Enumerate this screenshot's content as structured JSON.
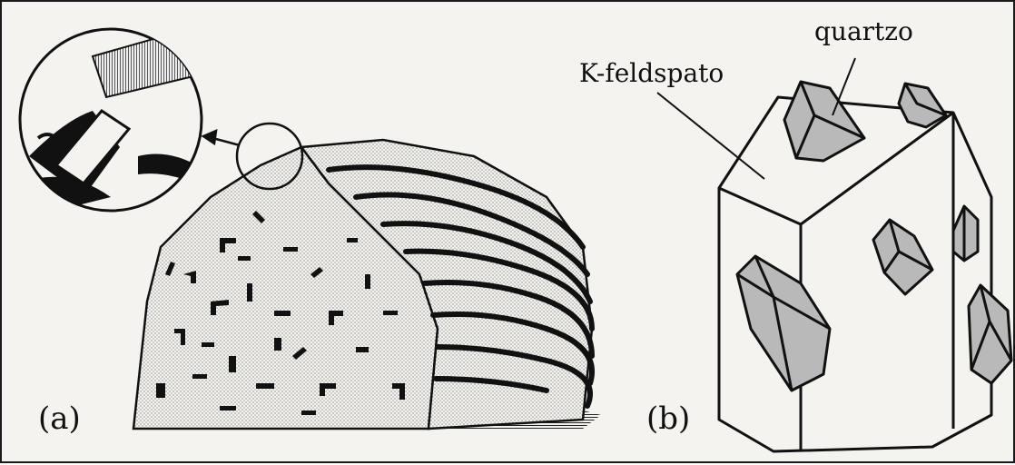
{
  "figure": {
    "panel_a": {
      "label": "(a)"
    },
    "panel_b": {
      "label": "(b)",
      "labels": {
        "k_feldspar": "K-feldspato",
        "quartz": "quartzo"
      }
    }
  },
  "colors": {
    "ink": "#111111",
    "paper": "#f4f3ef",
    "quartz_fill": "#b9b9b9",
    "stipple": "#8a8a8a"
  }
}
